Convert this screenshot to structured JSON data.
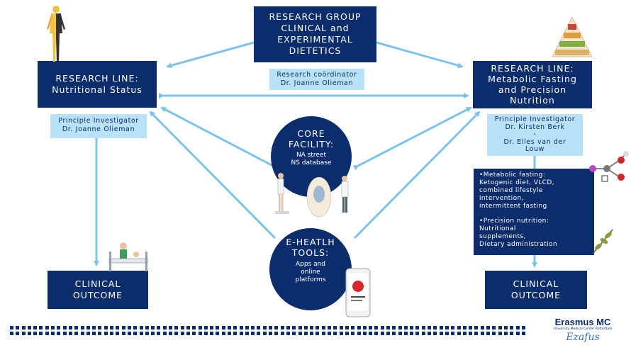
{
  "header": {
    "title": "RESEARCH GROUP\nCLINICAL and\nEXPERIMENTAL\nDIETETICS",
    "coordinator": "Research coördinator\nDr. Joanne Olieman"
  },
  "left_line": {
    "title": "RESEARCH LINE:\nNutritional Status",
    "investigator": "Principle Investigator\nDr. Joanne Olieman",
    "outcome": "CLINICAL\nOUTCOME"
  },
  "right_line": {
    "title": "RESEARCH LINE:\nMetabolic Fasting\nand Precision\nNutrition",
    "investigator": "Principle Investigator\nDr. Kirsten Berk\n-\nDr. Elles van der\nLouw",
    "details": "•Metabolic fasting:\nKetogenic diet, VLCD,\ncombined lifestyle\nintervention,\nintermittent fasting\n\n•Precision nutrition:\nNutritional\nsupplements,\nDietary administration",
    "outcome": "CLINICAL\nOUTCOME"
  },
  "core": {
    "title": "CORE\nFACILITY:",
    "sub": "NA street\nNS database"
  },
  "ehealth": {
    "title": "E-HEATLH\nTOOLS:",
    "sub": "Apps and\nonline\nplatforms"
  },
  "logo": {
    "name": "Erasmus MC",
    "sub": "University Medical Center Rotterdam",
    "script": "Ezafus"
  },
  "colors": {
    "navy": "#0c2d6b",
    "light_blue": "#b9e1f7",
    "arrow": "#7cc3ec"
  }
}
